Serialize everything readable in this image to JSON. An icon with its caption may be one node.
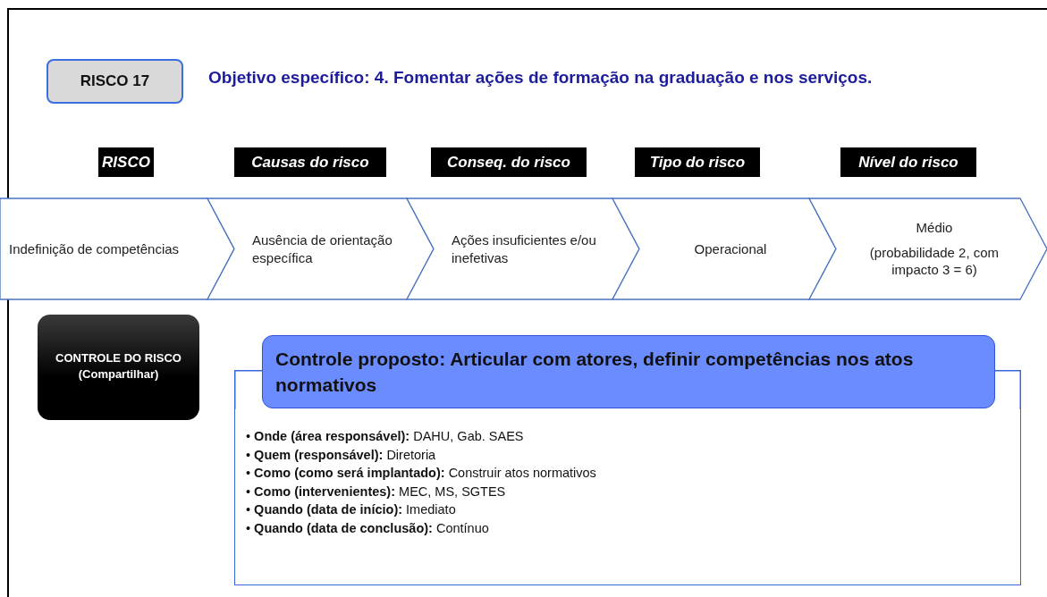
{
  "diagram": {
    "title": "Objetivo específico: 4. Fomentar ações de formação na graduação e nos serviços.",
    "nodes": [
      {
        "text": [
          "RISCO 17"
        ]
      },
      {
        "text": [
          "RISCO"
        ]
      },
      {
        "text": [
          "Causas do risco"
        ]
      },
      {
        "text": [
          "Conseq. do risco"
        ]
      },
      {
        "text": [
          "Tipo do risco"
        ]
      },
      {
        "text": [
          "Nível do risco"
        ]
      },
      {
        "text": [
          "Indefinição de competências"
        ]
      },
      {
        "text": [
          "Ausência de orientação específica"
        ]
      },
      {
        "text": [
          "Ações insuficientes e/ou inefetivas"
        ]
      },
      {
        "text": [
          "Operacional"
        ]
      },
      {
        "text": [
          "Médio",
          "(probabilidade 2, com impacto 3 = 6)"
        ]
      },
      {
        "text": [
          "CONTROLE DO RISCO",
          "(Compartilhar)"
        ]
      },
      {
        "text": [
          "Controle proposto: Articular com atores, definir competências nos atos normativos"
        ]
      },
      {
        "text": [
          "• **Onde (área responsável):** DAHU, Gab. SAES",
          "• **Quem (responsável):** Diretoria",
          "• **Como (como será implantado):** Construir atos normativos",
          "• **Como (intervenientes):** MEC, MS, SGTES",
          "• **Quando (data de início):** Imediato",
          "• **Quando (data de conclusão):** Contínuo"
        ]
      }
    ],
    "edges": []
  }
}
